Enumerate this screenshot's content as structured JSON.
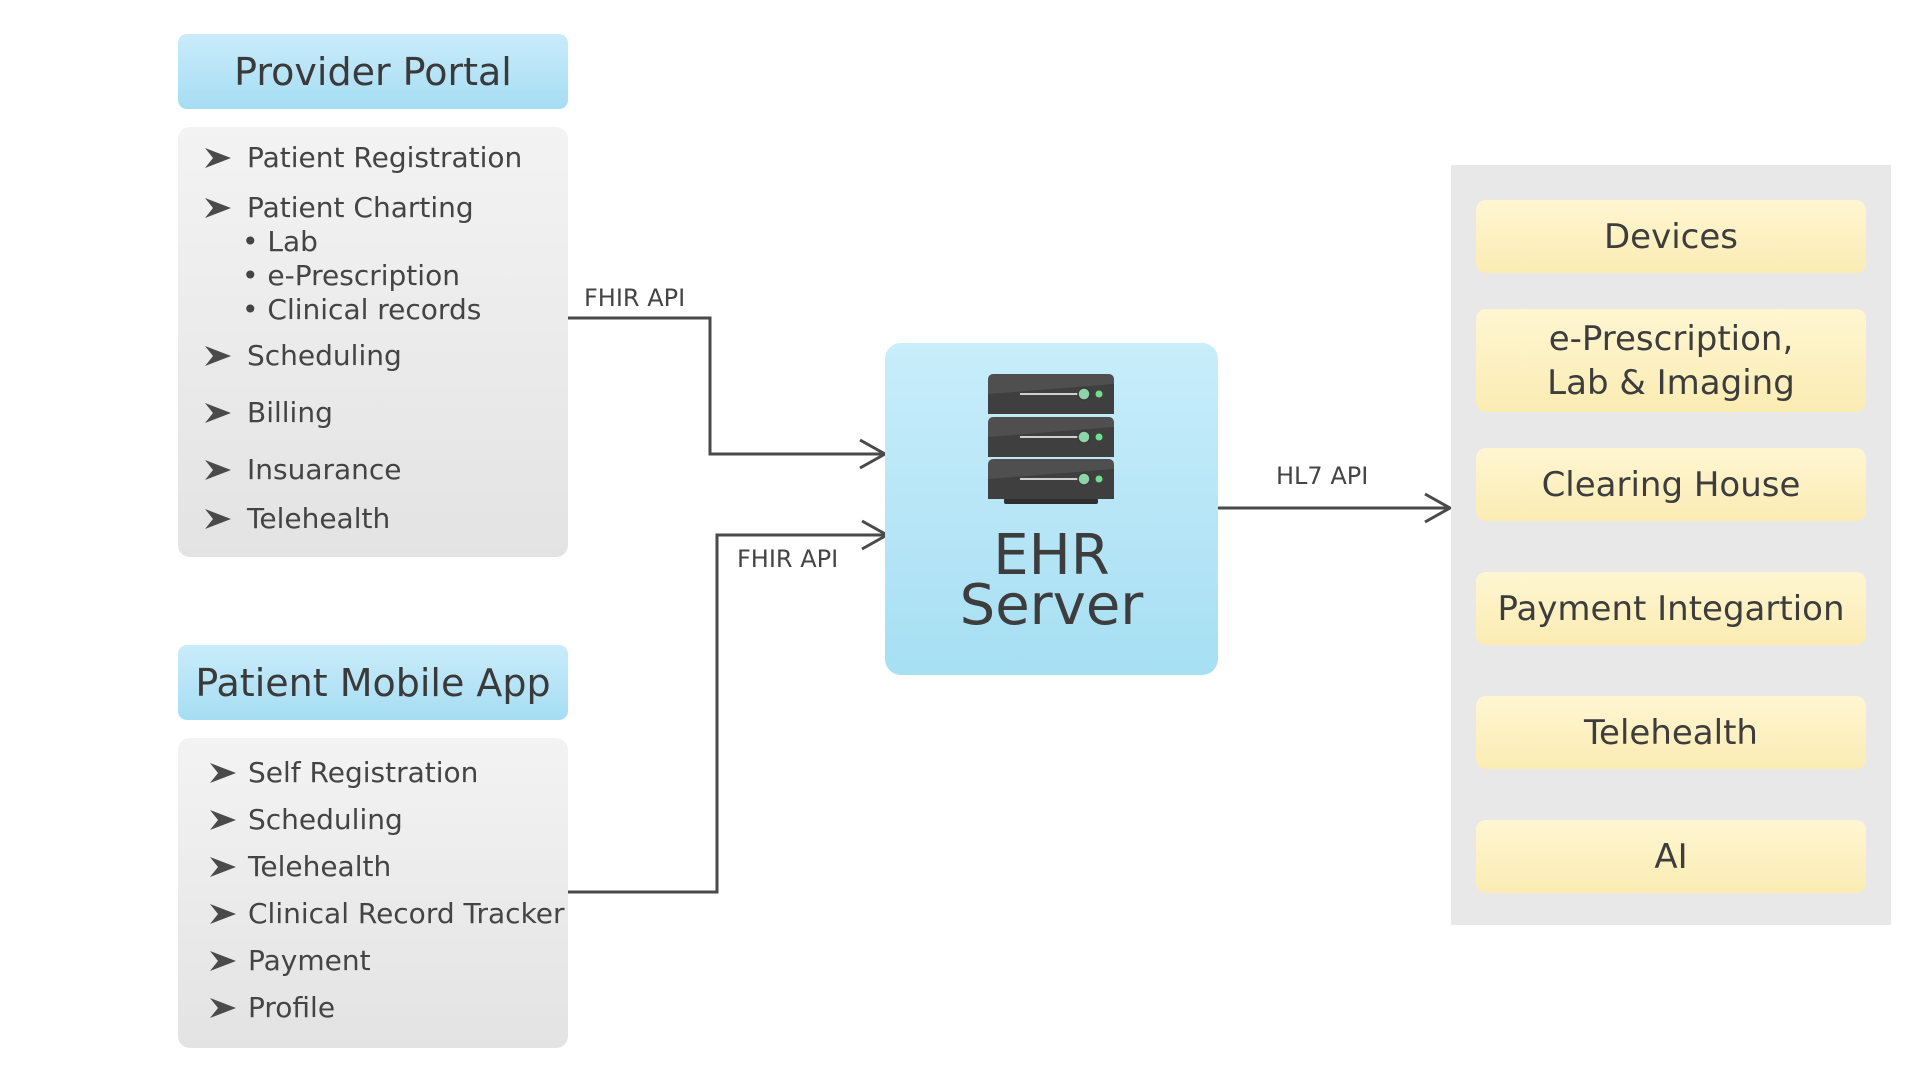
{
  "provider_portal": {
    "title": "Provider Portal",
    "items": [
      "Patient Registration",
      "Patient Charting",
      "Scheduling",
      "Billing",
      "Insuarance",
      "Telehealth"
    ],
    "charting_subitems": [
      "• Lab",
      "• e-Prescription",
      "• Clinical records"
    ]
  },
  "patient_app": {
    "title": "Patient Mobile App",
    "items": [
      "Self Registration",
      "Scheduling",
      "Telehealth",
      "Clinical Record Tracker",
      "Payment",
      "Profile"
    ]
  },
  "connectors": {
    "provider_api": "FHIR API",
    "patient_api": "FHIR API",
    "server_out_api": "HL7 API"
  },
  "server": {
    "title_line1": "EHR",
    "title_line2": "Server",
    "icon": "server-rack-icon"
  },
  "integrations": {
    "items": [
      "Devices",
      "e-Prescription,\nLab & Imaging",
      "Clearing House",
      "Payment Integartion",
      "Telehealth",
      "AI"
    ]
  },
  "colors": {
    "header_blue": "#a6ddf3",
    "panel_grey": "#e6e6e6",
    "integration_yellow": "#fbecb3",
    "connector": "#4a4a4a"
  }
}
